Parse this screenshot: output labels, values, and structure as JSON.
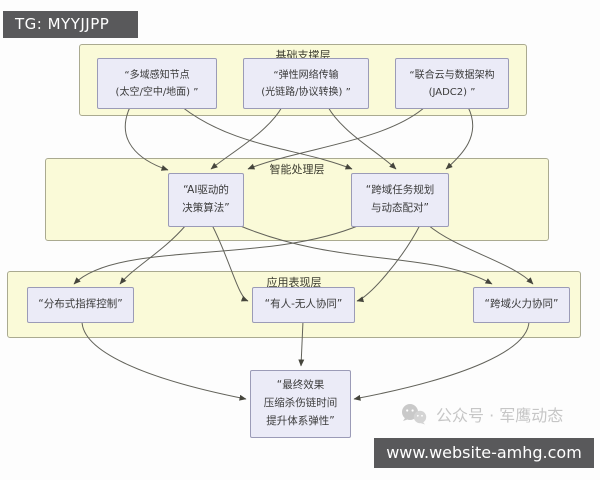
{
  "telegram_badge": "TG: MYYJJPP",
  "layers": {
    "foundation": {
      "label": "基础支撑层",
      "nodes": {
        "sensing": {
          "line1": "“多域感知节点",
          "line2": "(太空/空中/地面) ”"
        },
        "network": {
          "line1": "“弹性网络传输",
          "line2": "(光链路/协议转换) ”"
        },
        "cloud": {
          "line1": "“联合云与数据架构",
          "line2": "(JADC2) ”"
        }
      }
    },
    "processing": {
      "label": "智能处理层",
      "nodes": {
        "ai": {
          "line1": "“AI驱动的",
          "line2": "决策算法”"
        },
        "tasking": {
          "line1": "“跨域任务规划",
          "line2": "与动态配对”"
        }
      }
    },
    "application": {
      "label": "应用表现层",
      "nodes": {
        "c2": {
          "line1": "“分布式指挥控制”"
        },
        "mum_t": {
          "line1": "“有人-无人协同”"
        },
        "fires": {
          "line1": "“跨域火力协同”"
        }
      }
    }
  },
  "final_node": {
    "line1": "“最终效果",
    "line2": "压缩杀伤链时间",
    "line3": "提升体系弹性”"
  },
  "watermark": {
    "wechat": "公众号 · 军鹰动态",
    "website": "www.website-amhg.com"
  },
  "colors": {
    "layer_fill": "#fafad8",
    "node_fill": "#ebebf7",
    "node_border": "#9b9bb7",
    "edge": "#62625a",
    "badge_bg": "#59595b",
    "watermark_gray": "#c6c6c6"
  }
}
